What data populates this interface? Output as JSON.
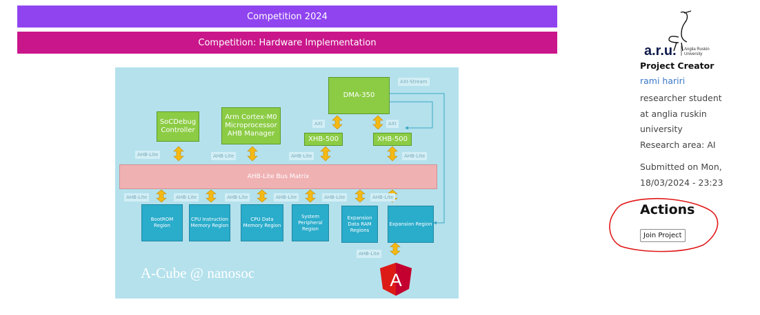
{
  "banners": {
    "competition_year": "Competition 2024",
    "category": "Competition: Hardware Implementation"
  },
  "diagram": {
    "blocks": {
      "dma": "DMA-350",
      "socdebug": "SoCDebug Controller",
      "cortex": "Arm Cortex-M0 Microprocessor AHB Manager",
      "xhb_left": "XHB-500",
      "xhb_right": "XHB-500",
      "bus_matrix": "AHB-Lite Bus Matrix",
      "bootrom": "BootROM Region",
      "cpu_instr": "CPU Instruction Memory Region",
      "cpu_data": "CPU Data Memory Region",
      "sys_periph": "System Peripheral Region",
      "exp_data": "Expansion Data RAM Regions",
      "expansion": "Expansion Region"
    },
    "labels": {
      "axi_stream": "AXI-Stream",
      "axi": "AXI",
      "ahb_lite": "AHB-Lite"
    },
    "caption": "A-Cube @ nanosoc",
    "angular_letter": "A"
  },
  "sidebar": {
    "logo_text": "a.r.u.",
    "logo_sub1": "Anglia Ruskin",
    "logo_sub2": "University",
    "creator_heading": "Project Creator",
    "creator_name": "rami hariri",
    "creator_bio": "researcher student at anglia ruskin university",
    "research_area": "Research area: AI",
    "submitted": "Submitted on Mon, 18/03/2024 - 23:23",
    "actions_title": "Actions",
    "join_label": "Join Project"
  },
  "colors": {
    "banner_purple": "#9044f0",
    "banner_magenta": "#c9168b",
    "link_blue": "#3a78c9",
    "annotation_red": "#e01515"
  }
}
